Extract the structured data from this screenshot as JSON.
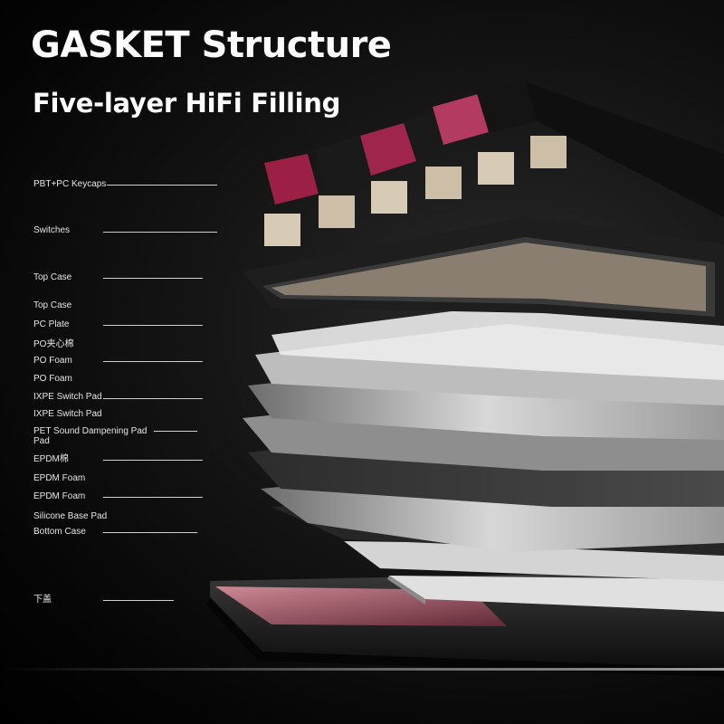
{
  "header": {
    "title": "GASKET Structure",
    "subtitle": "Five-layer HiFi Filling"
  },
  "layer_labels": [
    "PBT+PC Keycaps",
    "Switches",
    "Top Case",
    "Top Case",
    "PC Plate",
    "PO夹心棉",
    "PO Foam",
    "PO Foam",
    "IXPE Switch Pad",
    "IXPE Switch Pad",
    "PET Sound Dampening Pad",
    "Pad",
    "EPDM棉",
    "EPDM Foam",
    "EPDM Foam",
    "Silicone Base Pad",
    "Bottom Case",
    "下盖"
  ],
  "colors": {
    "background": "#0b0b0b",
    "text": "#ffffff",
    "accent_keycap": "#9c1f45",
    "plate": "#c9c9c9",
    "case": "#141414"
  }
}
